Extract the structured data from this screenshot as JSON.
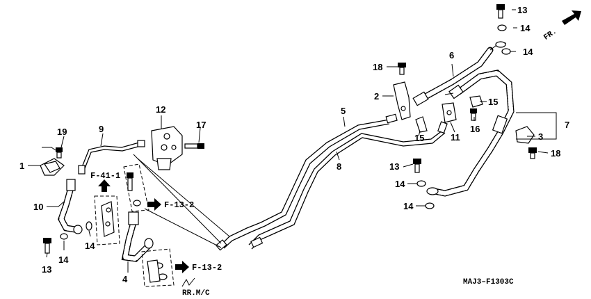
{
  "diagram": {
    "direction_label": "FR.",
    "catalog_code": "MAJ3–F1303C",
    "ref_upper": "F-41-1",
    "ref_right_1": "F-13-2",
    "ref_right_2": "F-13-2",
    "rear_master_cyl": "RR.M/C",
    "callouts": {
      "c1": "1",
      "c2": "2",
      "c3": "3",
      "c4": "4",
      "c5": "5",
      "c6": "6",
      "c7": "7",
      "c8": "8",
      "c9": "9",
      "c10": "10",
      "c11": "11",
      "c12": "12",
      "c13a": "13",
      "c13b": "13",
      "c13c": "13",
      "c14a": "14",
      "c14b": "14",
      "c14c": "14",
      "c14d": "14",
      "c14e": "14",
      "c14f": "14",
      "c15a": "15",
      "c15b": "15",
      "c16": "16",
      "c17": "17",
      "c18a": "18",
      "c18b": "18",
      "c19": "19"
    }
  }
}
